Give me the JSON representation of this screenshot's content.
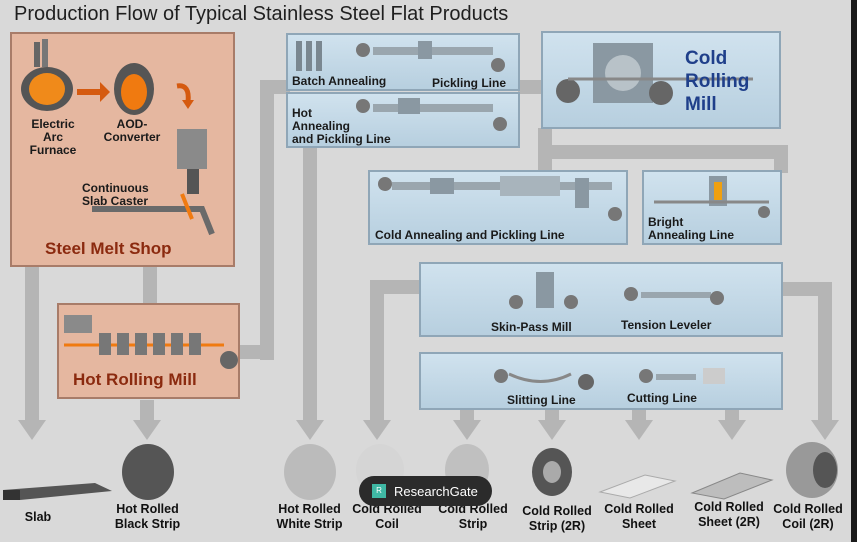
{
  "title": "Production Flow of Typical Stainless Steel Flat Products",
  "melt_shop": {
    "label": "Steel Melt Shop",
    "eaf": [
      "Electric",
      "Arc",
      "Furnace"
    ],
    "aod": [
      "AOD-",
      "Converter"
    ],
    "caster": [
      "Continuous",
      "Slab Caster"
    ]
  },
  "hot_rolling": "Hot Rolling Mill",
  "batch_annealing": "Batch Annealing",
  "pickling_line": "Pickling Line",
  "hap_line": [
    "Hot",
    "Annealing",
    "and Pickling Line"
  ],
  "cold_rolling": [
    "Cold",
    "Rolling",
    "Mill"
  ],
  "cold_annealing": "Cold Annealing and Pickling Line",
  "bright_annealing": [
    "Bright",
    "Annealing Line"
  ],
  "skin_pass": "Skin-Pass Mill",
  "tension_leveler": "Tension Leveler",
  "slitting": "Slitting Line",
  "cutting": "Cutting Line",
  "products": [
    [
      "Slab"
    ],
    [
      "Hot Rolled",
      "Black Strip"
    ],
    [
      "Hot Rolled",
      "White Strip"
    ],
    [
      "Cold Rolled",
      "Coil"
    ],
    [
      "Cold Rolled",
      "Strip"
    ],
    [
      "Cold Rolled",
      "Strip (2R)"
    ],
    [
      "Cold Rolled",
      "Sheet"
    ],
    [
      "Cold Rolled",
      "Sheet (2R)"
    ],
    [
      "Cold Rolled",
      "Coil (2R)"
    ]
  ],
  "watermark": "ResearchGate"
}
